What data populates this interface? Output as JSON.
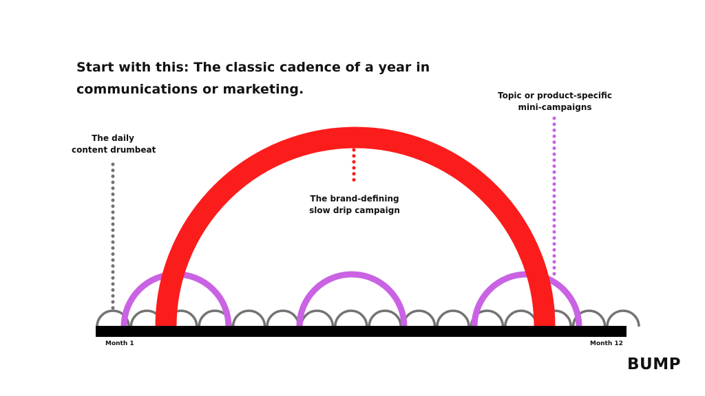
{
  "title": "Start with this: The classic cadence of a year in communications or marketing.",
  "labels": {
    "daily": [
      "The daily",
      "content drumbeat"
    ],
    "brand": [
      "The brand-defining",
      "slow drip campaign"
    ],
    "topic": [
      "Topic or product-specific",
      "mini-campaigns"
    ]
  },
  "axis": {
    "start": "Month 1",
    "end": "Month 12"
  },
  "logo": "BUMP",
  "colors": {
    "brand": "#fb1c1c",
    "mini": "#c963e3",
    "daily": "#737373",
    "baseline": "#000000"
  }
}
